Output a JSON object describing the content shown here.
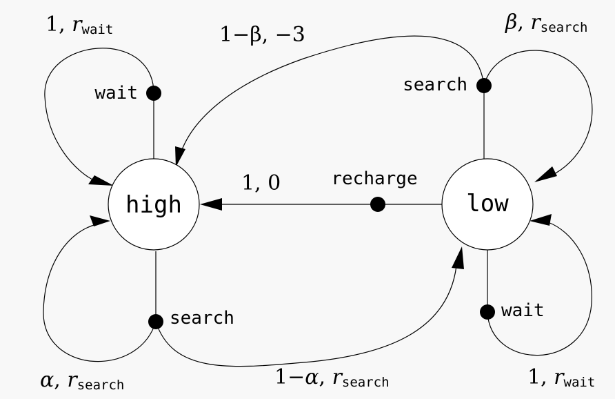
{
  "states": {
    "high": "high",
    "low": "low"
  },
  "actions": {
    "wait_high": "wait",
    "search_low": "search",
    "recharge": "recharge",
    "search_high": "search",
    "wait_low": "wait"
  },
  "transitions": {
    "wait_high_self": {
      "prob": "1, ",
      "r": "r",
      "sub": "wait"
    },
    "low_search_to_high": {
      "text": "1−β, −3"
    },
    "low_search_self": {
      "prob": "β",
      "comma": ", ",
      "r": "r",
      "sub": "search"
    },
    "recharge_to_high": {
      "text": "1,  0"
    },
    "high_search_self": {
      "prob": "α",
      "comma": ", ",
      "r": "r",
      "sub": "search"
    },
    "high_search_to_low": {
      "pre": "1−",
      "alpha": "α",
      "comma": ", ",
      "r": "r",
      "sub": "search"
    },
    "wait_low_self": {
      "prob": "1, ",
      "r": "r",
      "sub": "wait"
    }
  }
}
